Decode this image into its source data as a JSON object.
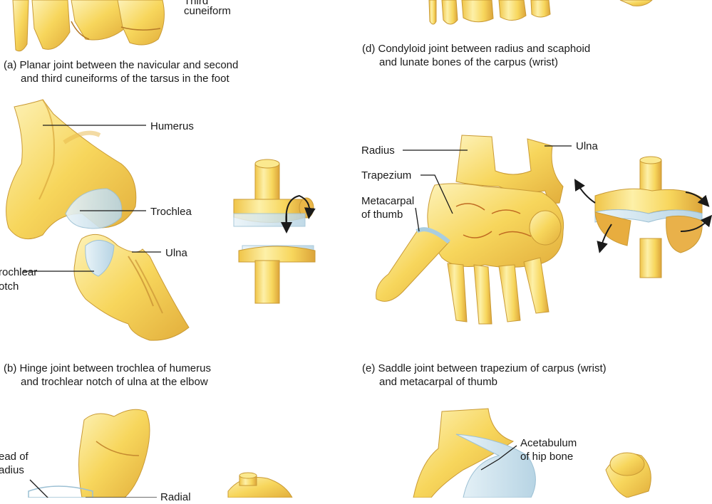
{
  "labels": {
    "third": "Third",
    "cuneiform": "cuneiform",
    "humerus": "Humerus",
    "trochlea": "Trochlea",
    "ulna_b": "Ulna",
    "trochlear_notch_1": "rochlear",
    "trochlear_notch_2": "otch",
    "radius_e": "Radius",
    "ulna_e": "Ulna",
    "trapezium": "Trapezium",
    "metacarpal_1": "Metacarpal",
    "metacarpal_2": "of thumb",
    "head_radius_1": "ead of",
    "head_radius_2": "adius",
    "radial": "Radial",
    "acetabulum_1": "Acetabulum",
    "acetabulum_2": "of hip bone"
  },
  "captions": {
    "a_line1": "(a) Planar joint between the navicular and second",
    "a_line2": "and third cuneiforms of the tarsus in the foot",
    "b_line1": "(b) Hinge joint between trochlea of humerus",
    "b_line2": "and trochlear notch of ulna at the elbow",
    "d_line1": "(d) Condyloid joint between radius and scaphoid",
    "d_line2": "and lunate bones of the carpus (wrist)",
    "e_line1": "(e) Saddle joint between trapezium of carpus (wrist)",
    "e_line2": "and metacarpal of thumb"
  },
  "colors": {
    "bone": "#f7d55a",
    "bone_light": "#fcefa8",
    "bone_shadow": "#d9a53a",
    "cartilage": "#cfe3ee",
    "line": "#1a1a1a"
  }
}
